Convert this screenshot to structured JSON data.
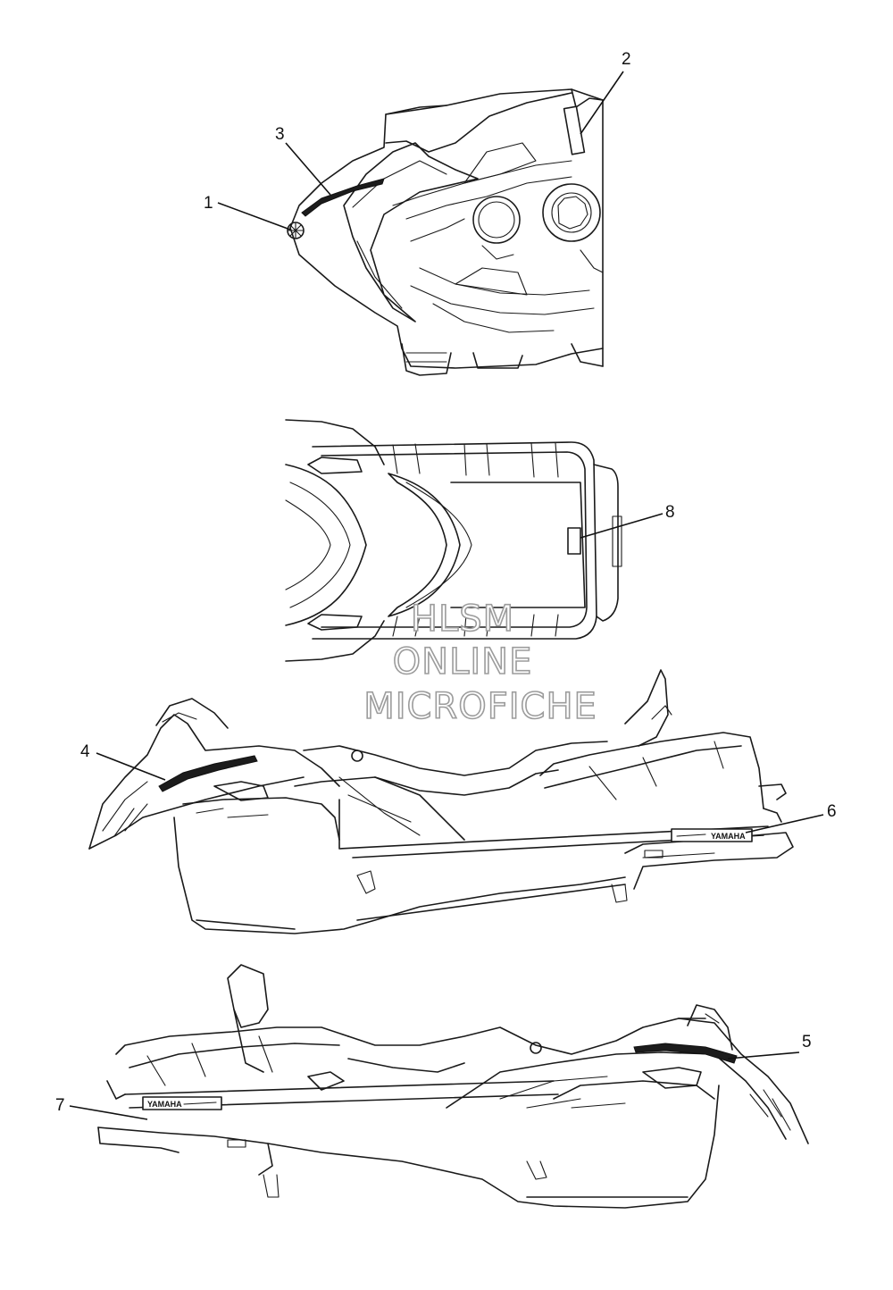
{
  "callouts": [
    {
      "id": "1",
      "label": "1"
    },
    {
      "id": "2",
      "label": "2"
    },
    {
      "id": "3",
      "label": "3"
    },
    {
      "id": "4",
      "label": "4"
    },
    {
      "id": "5",
      "label": "5"
    },
    {
      "id": "6",
      "label": "6"
    },
    {
      "id": "7",
      "label": "7"
    },
    {
      "id": "8",
      "label": "8"
    }
  ],
  "decals": {
    "side_right_brand": "YAMAHA",
    "side_left_brand": "YAMAHA"
  },
  "watermark": {
    "line1": "HLSM",
    "line2": "ONLINE",
    "line3": "MICROFICHE"
  },
  "colors": {
    "line": "#1a1a1a",
    "background": "#ffffff",
    "watermark_stroke": "#9c9c9c"
  }
}
